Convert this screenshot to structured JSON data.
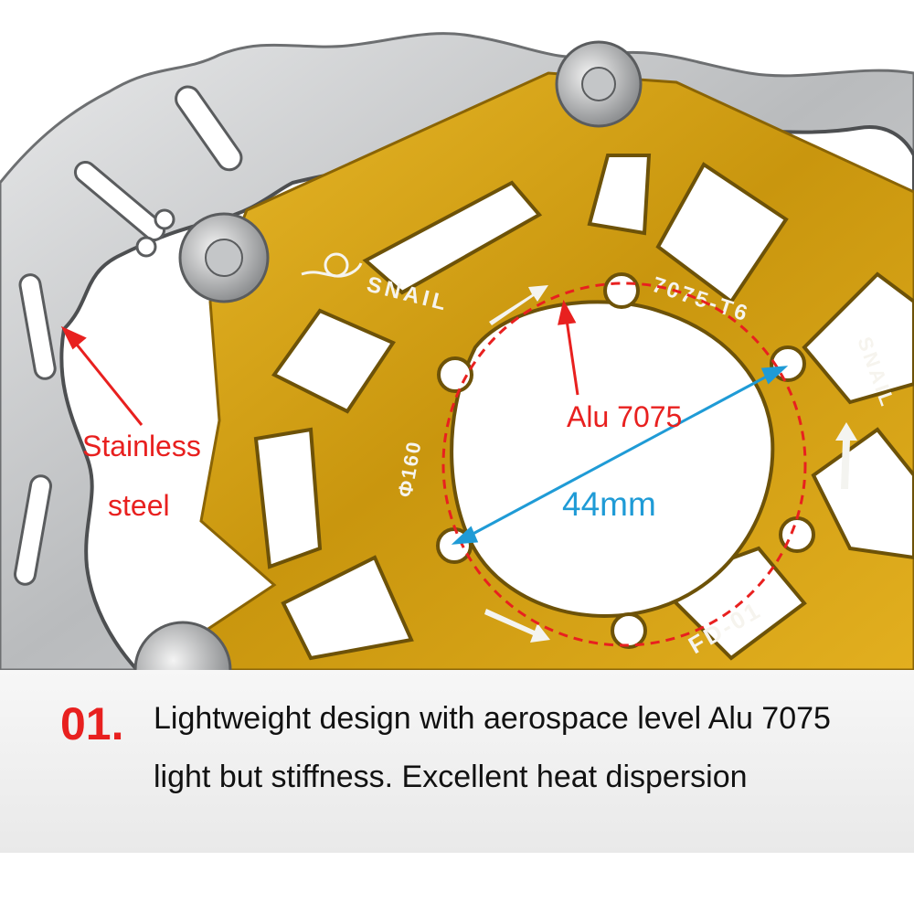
{
  "colors": {
    "accent_red": "#e8201f",
    "accent_blue": "#1f9bd6",
    "gold": "#d5a416",
    "steel": "#c9cbcd"
  },
  "callouts": {
    "stainless": "Stainless",
    "steel": "steel",
    "alu": "Alu 7075",
    "bcd": "44mm"
  },
  "engravings": {
    "brand": "SNAIL",
    "alloy": "7075-T6",
    "size": "Φ160",
    "model": "FD-01",
    "brand_side": "SNAIL"
  },
  "caption": {
    "number": "01.",
    "line1": "Lightweight design with aerospace level Alu 7075",
    "line2": "light but stiffness. Excellent heat dispersion"
  }
}
